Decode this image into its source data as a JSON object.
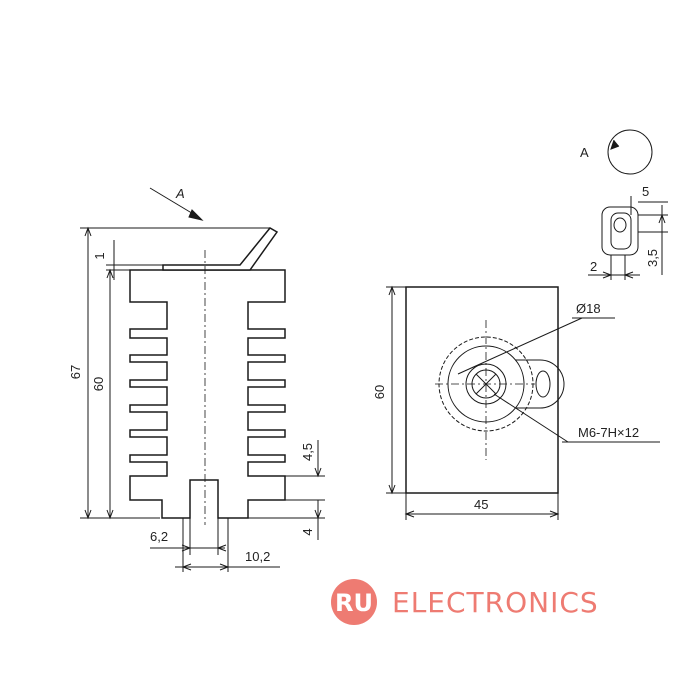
{
  "view_label": "A",
  "view_arrow_label": "A",
  "dimensions": {
    "height_total": "67",
    "height_body": "60",
    "plate_thickness": "1",
    "fin_gap": "4,5",
    "base_step": "4",
    "slot_width": "6,2",
    "slot_outer": "10,2",
    "front_height": "60",
    "front_width": "45",
    "hole_diameter": "Ø18",
    "thread": "M6-7H×12",
    "tab_width": "5",
    "tab_hole": "2",
    "tab_offset": "3,5"
  },
  "brand": {
    "badge": "RU",
    "name": "ELECTRONICS",
    "color": "#ee7b72"
  }
}
